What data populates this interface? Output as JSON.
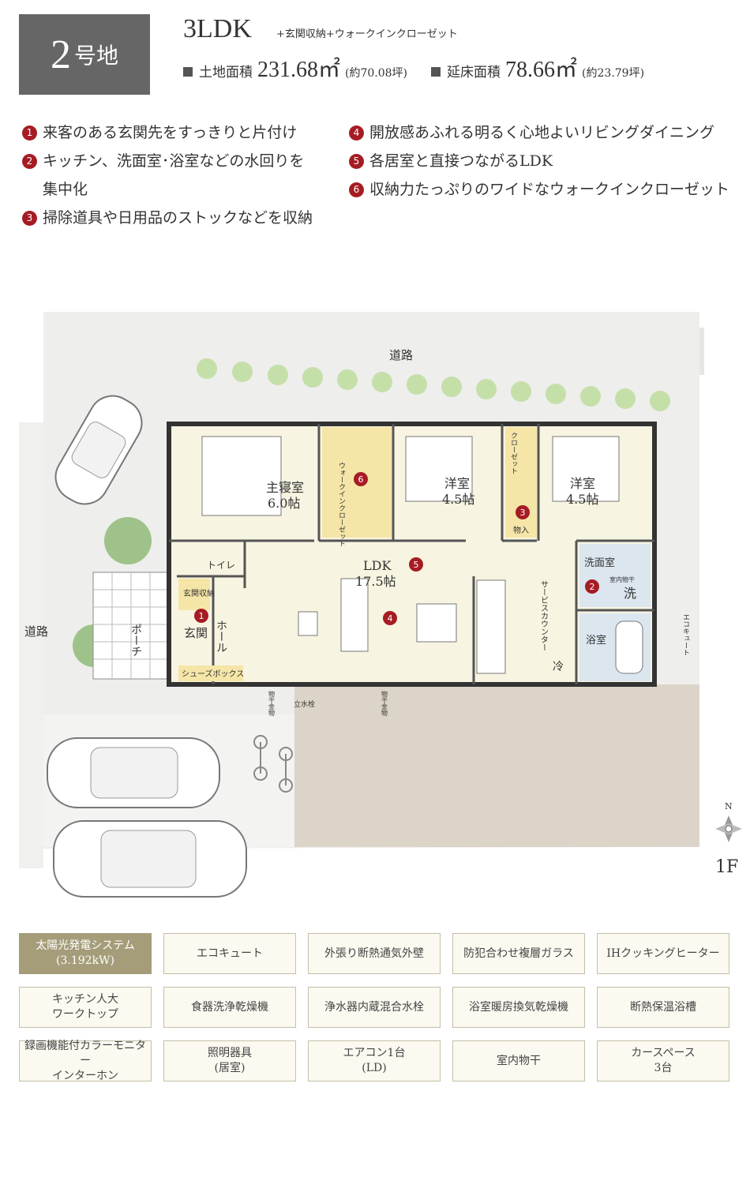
{
  "header": {
    "lot_number": "2",
    "lot_suffix": "号地",
    "plan_type": "3LDK",
    "plan_extra": "+玄関収納+ウォークインクローゼット",
    "land_area_label": "土地面積",
    "land_area_value": "231.68㎡",
    "land_area_tsubo": "(約70.08坪)",
    "floor_area_label": "延床面積",
    "floor_area_value": "78.66㎡",
    "floor_area_tsubo": "(約23.79坪)"
  },
  "features": [
    {
      "num": "1",
      "text": "来客のある玄関先をすっきりと片付け"
    },
    {
      "num": "2",
      "text": "キッチン、洗面室･浴室などの水回りを",
      "text2": "集中化"
    },
    {
      "num": "3",
      "text": "掃除道具や日用品のストックなどを収納"
    },
    {
      "num": "4",
      "text": "開放感あふれる明るく心地よいリビングダイニング"
    },
    {
      "num": "5",
      "text": "各居室と直接つながるLDK"
    },
    {
      "num": "6",
      "text": "収納力たっぷりのワイドなウォークインクローゼット"
    }
  ],
  "plan": {
    "road_top": "道路",
    "road_left": "道路",
    "floor": "1F",
    "north": "N",
    "rooms": {
      "master_name": "主寝室",
      "master_size": "6.0帖",
      "wic": "ウォークインクローゼット",
      "western1_name": "洋室",
      "western1_size": "4.5帖",
      "western2_name": "洋室",
      "western2_size": "4.5帖",
      "closet": "クローゼット",
      "storage": "物入",
      "ldk_name": "LDK",
      "ldk_size": "17.5帖",
      "toilet": "トイレ",
      "entry_storage": "玄関収納",
      "entrance": "玄関",
      "hall": "ホール",
      "porch": "ポーチ",
      "shoebox": "シューズボックス",
      "washroom": "洗面室",
      "indoor_dry": "室内物干",
      "wash": "洗",
      "bath": "浴室",
      "service_counter": "サービスカウンター",
      "fridge": "冷",
      "ecocute": "エコキュート",
      "shed1": "物干金物",
      "shed2": "物干金物",
      "faucet": "立水栓"
    }
  },
  "equipment": [
    {
      "label": "太陽光発電システム\n(3.192kW)",
      "highlight": true
    },
    {
      "label": "エコキュート"
    },
    {
      "label": "外張り断熱通気外壁"
    },
    {
      "label": "防犯合わせ複層ガラス"
    },
    {
      "label": "IHクッキングヒーター"
    },
    {
      "label": "キッチン人大\nワークトップ"
    },
    {
      "label": "食器洗浄乾燥機"
    },
    {
      "label": "浄水器内蔵混合水栓"
    },
    {
      "label": "浴室暖房換気乾燥機"
    },
    {
      "label": "断熱保温浴槽"
    },
    {
      "label": "録画機能付カラーモニター\nインターホン"
    },
    {
      "label": "照明器具\n(居室)"
    },
    {
      "label": "エアコン1台\n(LD)"
    },
    {
      "label": "室内物干"
    },
    {
      "label": "カースペース\n3台"
    }
  ],
  "colors": {
    "badge": "#666666",
    "accent": "#a61c24",
    "room_fill": "#f7f4e1",
    "wic_fill": "#f5e6a8",
    "lot": "#dcd4c8",
    "garden": "#eeeeec",
    "tree": "#c5dfa9",
    "eq_highlight": "#a59d79"
  }
}
